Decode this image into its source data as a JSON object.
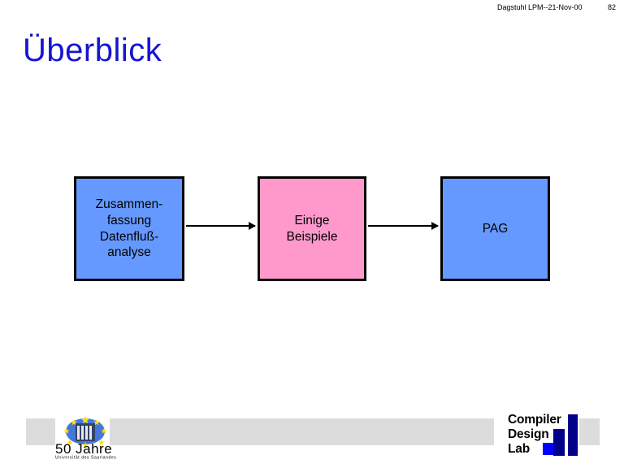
{
  "header": {
    "title": "Dagstuhl LPM--21-Nov-00",
    "page_number": "82"
  },
  "slide": {
    "title": "Überblick",
    "title_color": "#1414d2"
  },
  "diagram": {
    "type": "flow",
    "boxes": [
      {
        "id": "box-1",
        "label": "Zusammen-\nfassung\nDatenfluß-\nanalyse",
        "fill": "#6699ff",
        "border": "#000000"
      },
      {
        "id": "box-2",
        "label": "Einige\nBeispiele",
        "fill": "#ff99cc",
        "border": "#000000"
      },
      {
        "id": "box-3",
        "label": "PAG",
        "fill": "#6699ff",
        "border": "#000000"
      }
    ],
    "connectors": [
      {
        "id": "arrow-1",
        "from": "box-1",
        "to": "box-2",
        "style": "arrow-right"
      },
      {
        "id": "arrow-2",
        "from": "box-2",
        "to": "box-3",
        "style": "arrow-right"
      }
    ]
  },
  "footer": {
    "bar_color": "#dcdcdc",
    "jubilee_logo": {
      "headline": "50 Jahre",
      "subline": "Universität des Saarlandes",
      "emblem_colors": {
        "disc": "#4477dd",
        "stars": "#ffdd00",
        "book": "#334466"
      }
    },
    "cdl_logo": {
      "lines": [
        "Compiler",
        "Design",
        "Lab"
      ],
      "swatch_color": "#0000ff",
      "bar_color": "#000088"
    }
  }
}
